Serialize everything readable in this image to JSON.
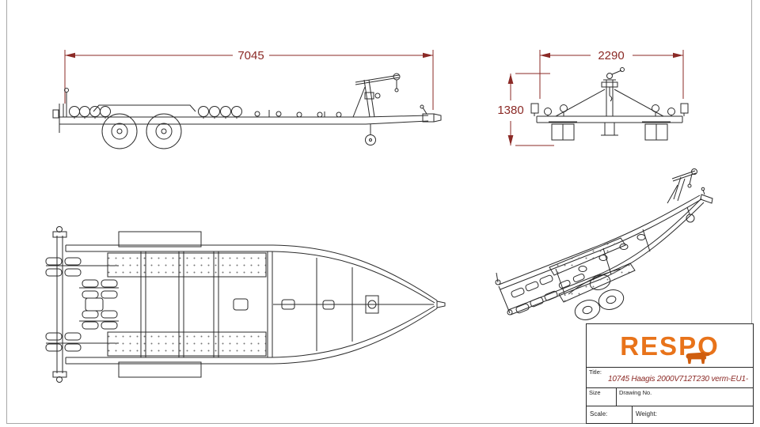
{
  "dimensions": {
    "side_length": "7045",
    "width": "2290",
    "height": "1380"
  },
  "title_block": {
    "brand": "RESPO",
    "title_label": "Title:",
    "title_value": "10745 Haagis 2000V712T230 verm-EU1-",
    "size_label": "Size",
    "drawing_no_label": "Drawing No.",
    "scale_label": "Scale:",
    "weight_label": "Weight:"
  },
  "colors": {
    "dimension_text": "#8b2a26",
    "brand_orange": "#e8731a",
    "line": "#2b2b2b"
  }
}
